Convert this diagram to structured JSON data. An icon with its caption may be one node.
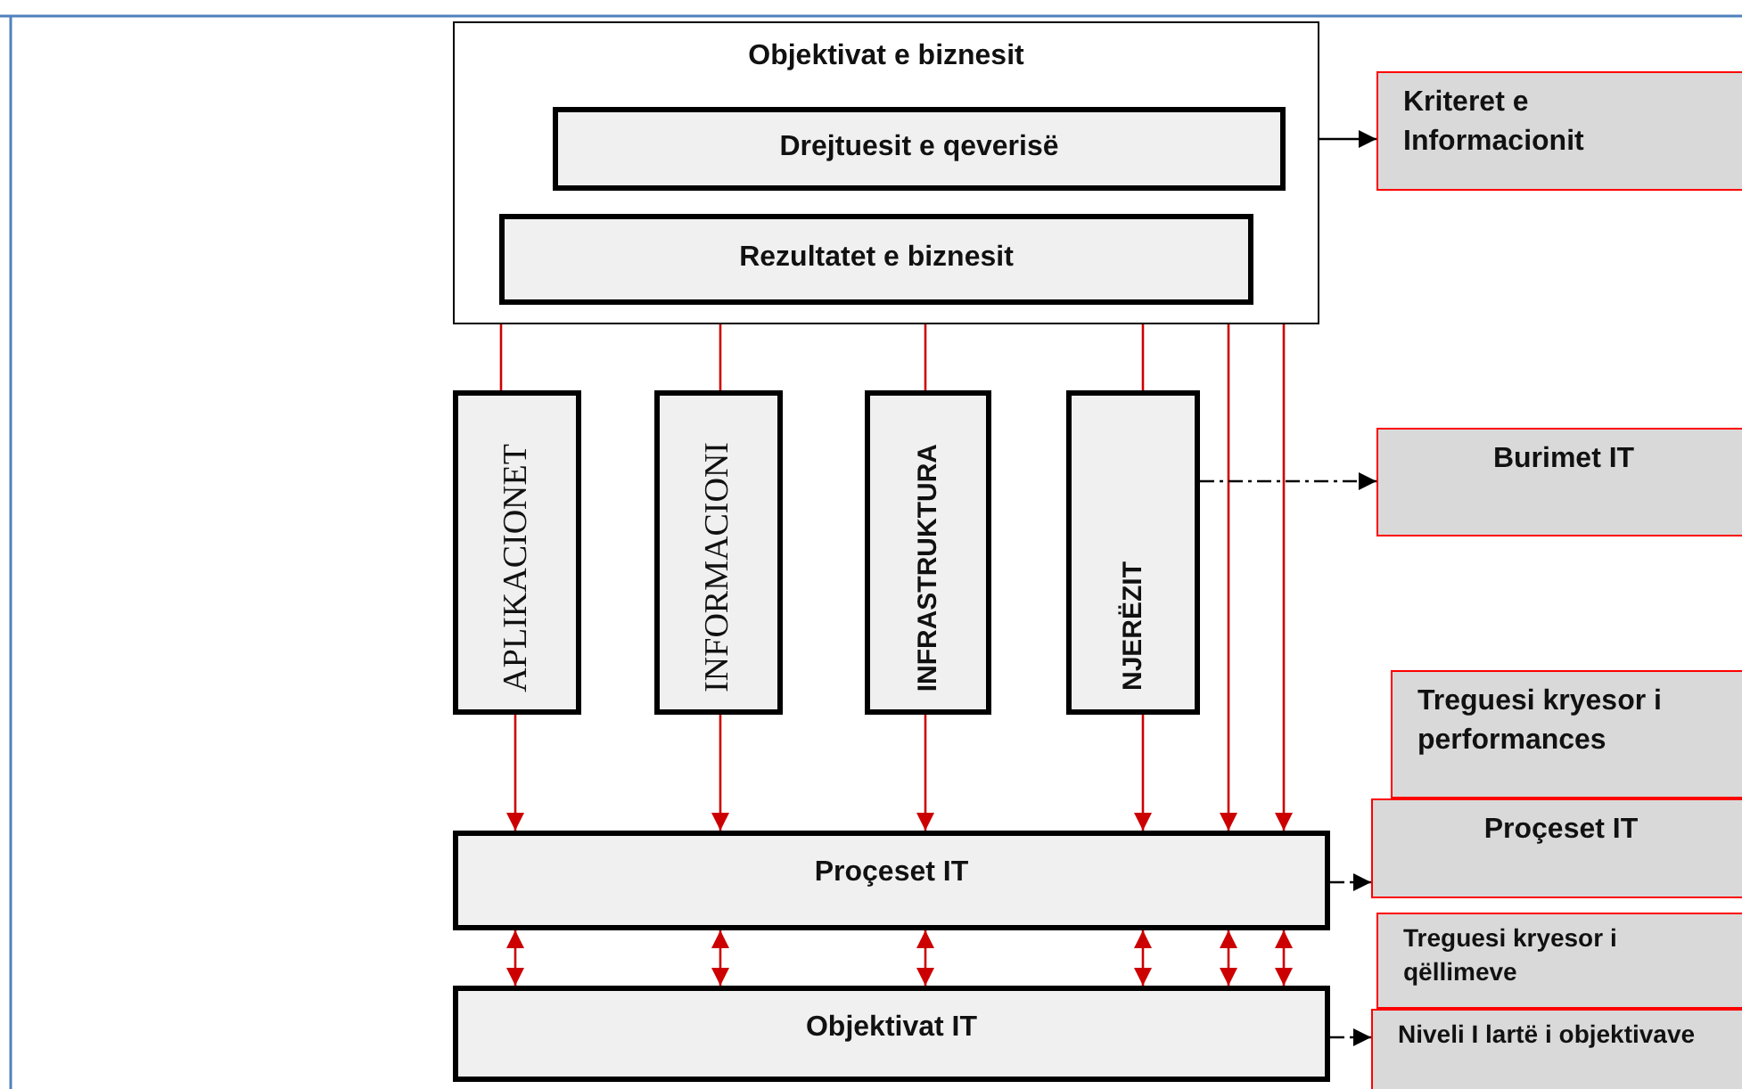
{
  "diagram": {
    "nodes": [
      {
        "text": [
          "Objektivat e biznesit"
        ]
      },
      {
        "text": [
          "Drejtuesit e qeverisë"
        ],
        "in": 0
      },
      {
        "text": [
          "Rezultatet e biznesit"
        ],
        "in": 0
      },
      {
        "text": [
          "APLIKACIONET"
        ]
      },
      {
        "text": [
          "INFORMACIONI"
        ]
      },
      {
        "text": [
          "INFRASTRUKTURA"
        ]
      },
      {
        "text": [
          "NJERËZIT"
        ]
      },
      {
        "text": [
          "Proçeset IT"
        ]
      },
      {
        "text": [
          "Objektivat IT"
        ]
      },
      {
        "text": [
          "Kriteret e Informacionit"
        ]
      },
      {
        "text": [
          "Burimet IT"
        ]
      },
      {
        "text": [
          "Treguesi kryesor i performances"
        ]
      },
      {
        "text": [
          "Proçeset IT"
        ]
      },
      {
        "text": [
          "Treguesi kryesor i qëllimeve"
        ]
      },
      {
        "text": [
          "Niveli I lartë i objektivave"
        ]
      }
    ],
    "edges": [
      {
        "from": 0,
        "to": 3,
        "arrow": "none"
      },
      {
        "from": 0,
        "to": 4,
        "arrow": "none"
      },
      {
        "from": 0,
        "to": 5,
        "arrow": "none"
      },
      {
        "from": 0,
        "to": 6,
        "arrow": "none"
      },
      {
        "from": 3,
        "to": 7,
        "arrow": "to"
      },
      {
        "from": 4,
        "to": 7,
        "arrow": "to"
      },
      {
        "from": 5,
        "to": 7,
        "arrow": "to"
      },
      {
        "from": 6,
        "to": 7,
        "arrow": "to"
      },
      {
        "from": 2,
        "to": 7,
        "arrow": "to"
      },
      {
        "from": 1,
        "to": 7,
        "arrow": "to"
      },
      {
        "from": 7,
        "to": 8,
        "arrow": "both"
      },
      {
        "from": 7,
        "to": 8,
        "arrow": "both"
      },
      {
        "from": 7,
        "to": 8,
        "arrow": "both"
      },
      {
        "from": 7,
        "to": 8,
        "arrow": "both"
      },
      {
        "from": 7,
        "to": 8,
        "arrow": "both"
      },
      {
        "from": 7,
        "to": 8,
        "arrow": "both"
      },
      {
        "from": 0,
        "to": 9,
        "arrow": "to",
        "color": "#000000"
      },
      {
        "from": 6,
        "to": 10,
        "arrow": "to",
        "style": "dashed",
        "color": "#000000"
      },
      {
        "from": 7,
        "to": 12,
        "arrow": "to",
        "style": "dashed",
        "color": "#000000"
      },
      {
        "from": 8,
        "to": 14,
        "arrow": "to",
        "style": "dashed",
        "color": "#000000"
      }
    ]
  }
}
